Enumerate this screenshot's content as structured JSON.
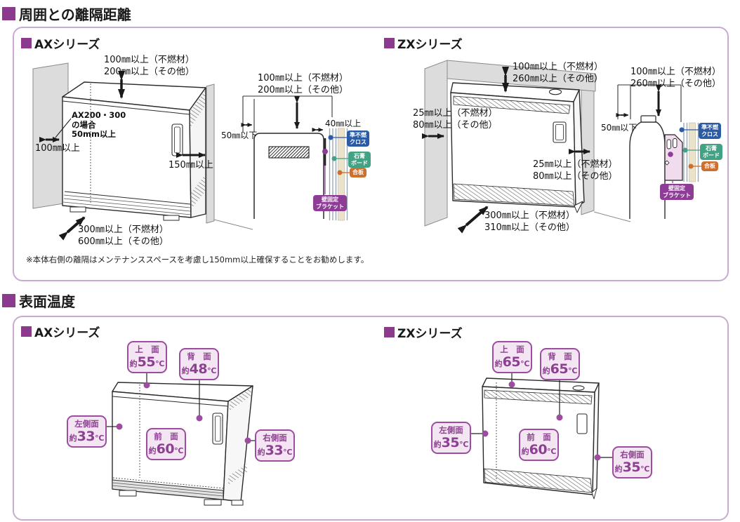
{
  "colors": {
    "accent_purple": "#8b3a8e",
    "panel_border": "#c9abd1",
    "temp_badge_fill": "#f3e5f1",
    "temp_badge_border": "#9c4da0",
    "layer_blue": "#2c5ba6",
    "layer_green": "#43a184",
    "layer_orange": "#cd6f2d",
    "layer_purple": "#8d3d96",
    "wall_gray": "#dcdcdd"
  },
  "clearance": {
    "title": "周囲との離隔距離",
    "ax": {
      "heading": "AXシリーズ",
      "top": "100㎜以上（不燃材）\n200㎜以上（その他）",
      "model_note": "AX200・300\nの場合\n50mm以上",
      "left": "100㎜以上",
      "right": "150㎜以上",
      "front": "300㎜以上（不燃材）\n600㎜以上（その他）",
      "cs_top": "100㎜以上（不燃材）\n200㎜以上（その他）",
      "cs_left": "50㎜以下",
      "cs_gap": "40㎜以上"
    },
    "zx": {
      "heading": "ZXシリーズ",
      "top": "100㎜以上（不燃材）\n260㎜以上（その他）",
      "left": "25㎜以上（不燃材）\n80㎜以上（その他）",
      "right": "25㎜以上（不燃材）\n80㎜以上（その他）",
      "front": "300㎜以上（不燃材）\n310㎜以上（その他）",
      "cs_top": "100㎜以上（不燃材）\n260㎜以上（その他）",
      "cs_left": "50㎜以下"
    },
    "wall_layers": [
      {
        "text": "準不燃\nクロス",
        "color": "#2c5ba6"
      },
      {
        "text": "石膏\nボード",
        "color": "#43a184"
      },
      {
        "text": "合板",
        "color": "#cd6f2d"
      }
    ],
    "bracket": {
      "text": "壁固定\nブラケット",
      "color": "#8d3d96"
    },
    "footnote": "※本体右側の離隔はメンテナンススペースを考慮し150mm以上確保することをお勧めします。"
  },
  "surface": {
    "title": "表面温度",
    "ax": {
      "heading": "AXシリーズ",
      "temps": {
        "top": {
          "label": "上　面",
          "prefix": "約",
          "value": "55",
          "unit": "℃"
        },
        "back": {
          "label": "背　面",
          "prefix": "約",
          "value": "48",
          "unit": "℃"
        },
        "left": {
          "label": "左側面",
          "prefix": "約",
          "value": "33",
          "unit": "℃"
        },
        "front": {
          "label": "前　面",
          "prefix": "約",
          "value": "60",
          "unit": "℃"
        },
        "right": {
          "label": "右側面",
          "prefix": "約",
          "value": "33",
          "unit": "℃"
        }
      }
    },
    "zx": {
      "heading": "ZXシリーズ",
      "temps": {
        "top": {
          "label": "上　面",
          "prefix": "約",
          "value": "65",
          "unit": "℃"
        },
        "back": {
          "label": "背　面",
          "prefix": "約",
          "value": "65",
          "unit": "℃"
        },
        "left": {
          "label": "左側面",
          "prefix": "約",
          "value": "35",
          "unit": "℃"
        },
        "front": {
          "label": "前　面",
          "prefix": "約",
          "value": "60",
          "unit": "℃"
        },
        "right": {
          "label": "右側面",
          "prefix": "約",
          "value": "35",
          "unit": "℃"
        }
      }
    }
  }
}
